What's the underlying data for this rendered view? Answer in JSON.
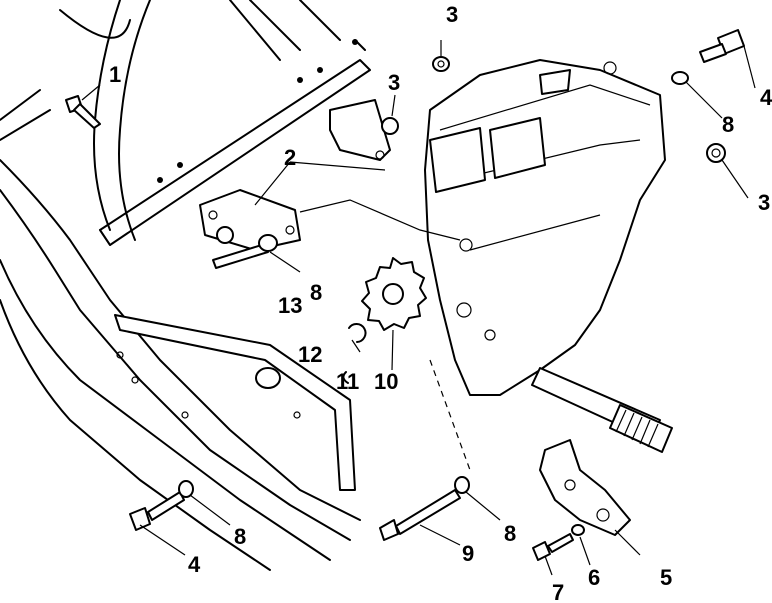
{
  "diagram": {
    "callouts": [
      {
        "id": "c1",
        "text": "1"
      },
      {
        "id": "c2",
        "text": "2"
      },
      {
        "id": "c3a",
        "text": "3"
      },
      {
        "id": "c3b",
        "text": "3"
      },
      {
        "id": "c3c",
        "text": "3"
      },
      {
        "id": "c4a",
        "text": "4"
      },
      {
        "id": "c4b",
        "text": "4"
      },
      {
        "id": "c5",
        "text": "5"
      },
      {
        "id": "c6",
        "text": "6"
      },
      {
        "id": "c7",
        "text": "7"
      },
      {
        "id": "c8a",
        "text": "8"
      },
      {
        "id": "c8b",
        "text": "8"
      },
      {
        "id": "c8c",
        "text": "8"
      },
      {
        "id": "c8d",
        "text": "8"
      },
      {
        "id": "c9",
        "text": "9"
      },
      {
        "id": "c10",
        "text": "10"
      },
      {
        "id": "c11",
        "text": "11"
      },
      {
        "id": "c12",
        "text": "12"
      },
      {
        "id": "c13",
        "text": "13"
      }
    ]
  }
}
